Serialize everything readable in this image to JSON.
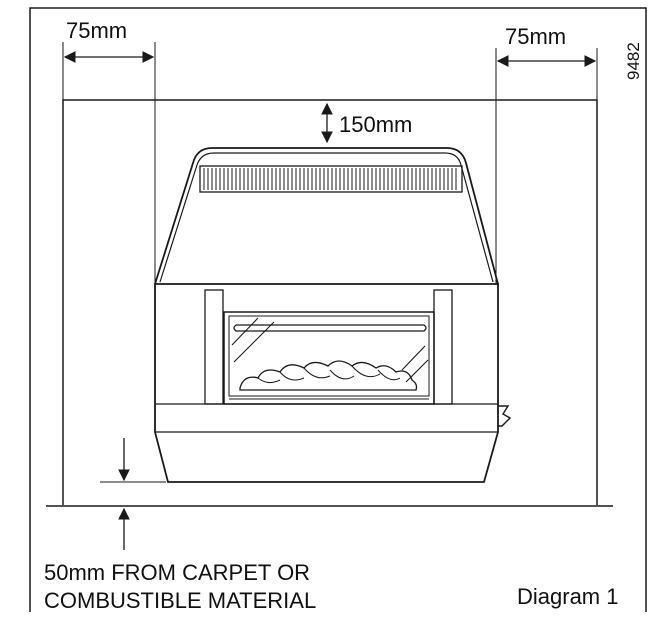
{
  "labels": {
    "left_clearance": "75mm",
    "right_clearance": "75mm",
    "top_clearance": "150mm",
    "ref_code": "9482",
    "floor_note_line1": "50mm FROM CARPET OR",
    "floor_note_line2": "COMBUSTIBLE MATERIAL",
    "caption": "Diagram 1"
  }
}
